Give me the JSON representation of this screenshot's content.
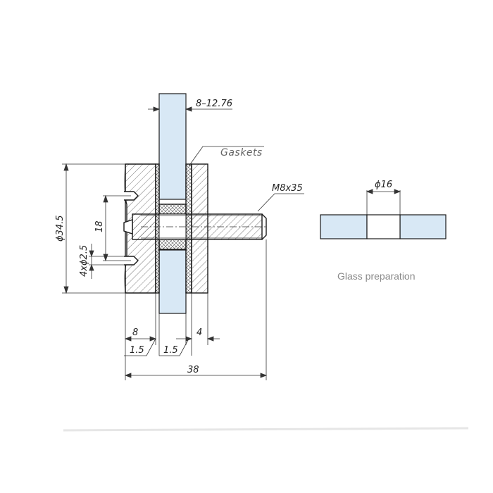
{
  "drawing": {
    "dimensions": {
      "glass_thickness": "8–12.76",
      "gaskets": "Gaskets",
      "bolt": "M8x35",
      "outer_diameter": "ϕ34.5",
      "hole_spacing": "18",
      "holes": "4xϕ2.5",
      "cap_width": "8",
      "left_gap": "1.5",
      "right_gap": "1.5",
      "back_plate": "4",
      "total_length": "38",
      "hole_diameter": "ϕ16"
    },
    "caption": "Glass preparation"
  },
  "colors": {
    "glass": "#d8e8f5",
    "line": "#1a1a1a",
    "caption": "#8a8a8a"
  }
}
